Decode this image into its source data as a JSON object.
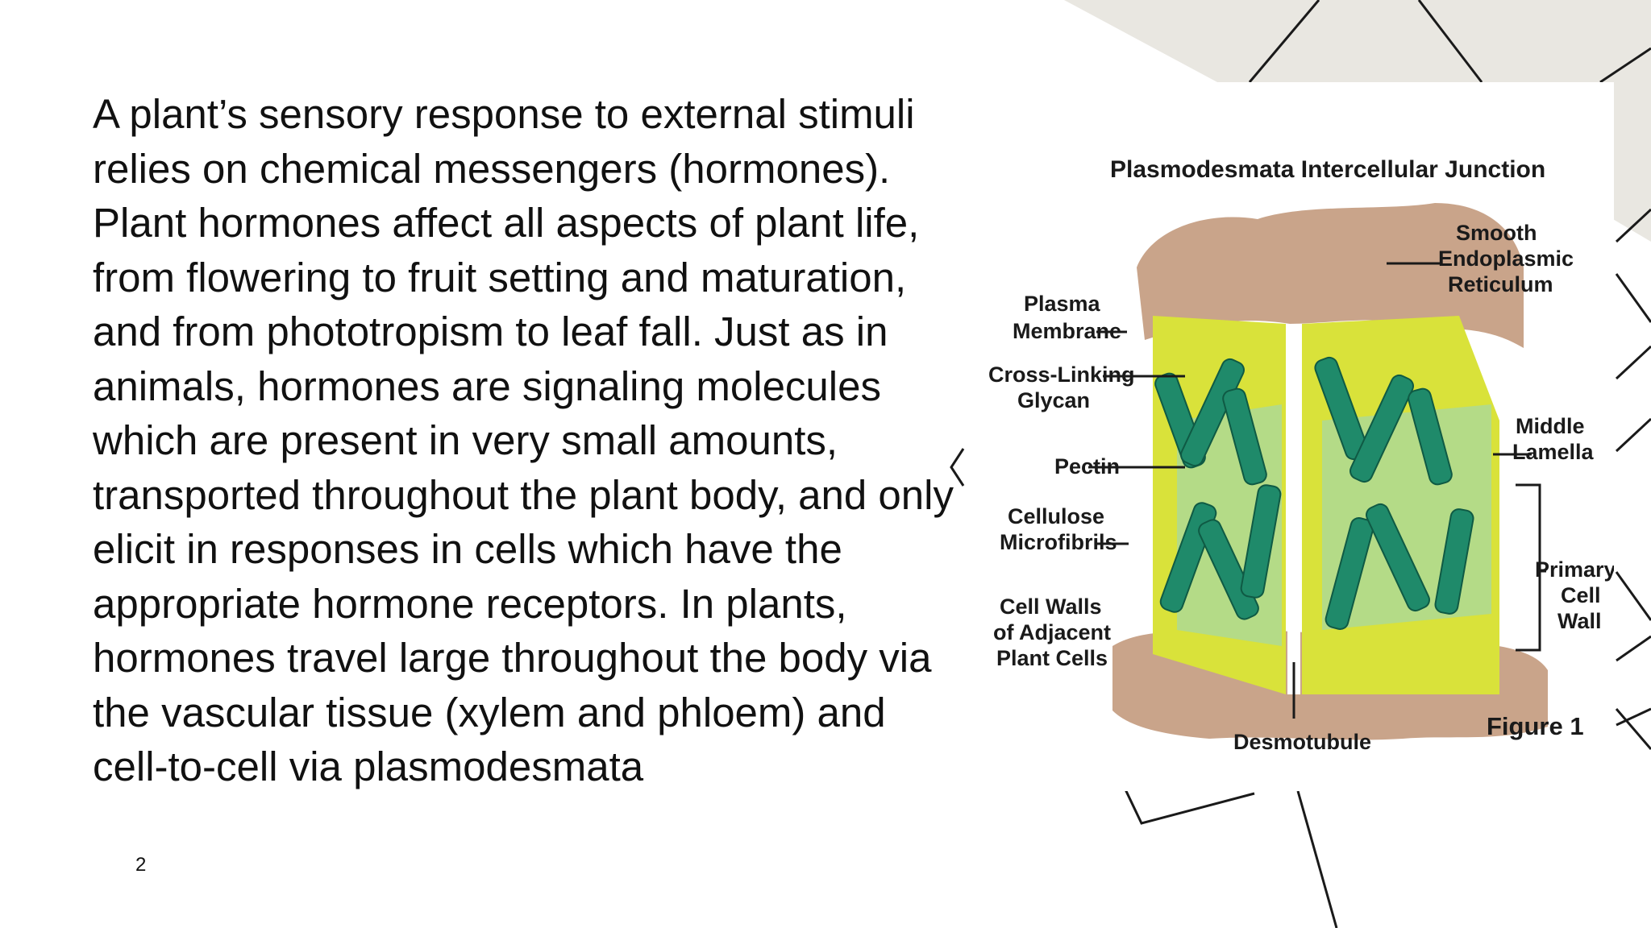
{
  "slide": {
    "body_text": "A plant’s sensory response to external stimuli\nrelies on chemical messengers (hormones).\nPlant hormones affect all aspects of plant life,\nfrom flowering to fruit setting and maturation,\nand from phototropism to leaf fall. Just as in\nanimals, hormones are signaling molecules\nwhich are present in very small amounts,\ntransported throughout the plant body, and only\nelicit in responses in cells which have the\nappropriate hormone receptors. In plants,\nhormones travel large throughout the body via\nthe vascular tissue (xylem and phloem) and\ncell-to-cell via plasmodesmata",
    "page_number": "2"
  },
  "figure": {
    "title": "Plasmodesmata Intercellular Junction",
    "caption": "Figure 1",
    "labels": {
      "smooth_er_1": "Smooth",
      "smooth_er_2": "Endoplasmic",
      "smooth_er_3": "Reticulum",
      "plasma_1": "Plasma",
      "plasma_2": "Membrane",
      "crosslink_1": "Cross-Linking",
      "crosslink_2": "Glycan",
      "pectin": "Pectin",
      "cellulose_1": "Cellulose",
      "cellulose_2": "Microfibrils",
      "cellwalls_1": "Cell Walls",
      "cellwalls_2": "of Adjacent",
      "cellwalls_3": "Plant Cells",
      "middle_1": "Middle",
      "middle_2": "Lamella",
      "primary_1": "Primary",
      "primary_2": "Cell",
      "primary_3": "Wall",
      "desmotubule": "Desmotubule"
    }
  },
  "colors": {
    "background_shape": "#e9e7e1",
    "line": "#1a1a1a",
    "membrane_yellow": "#d9e23a",
    "fibril_green": "#1f8a6a",
    "tissue_tan": "#c9a48a"
  }
}
